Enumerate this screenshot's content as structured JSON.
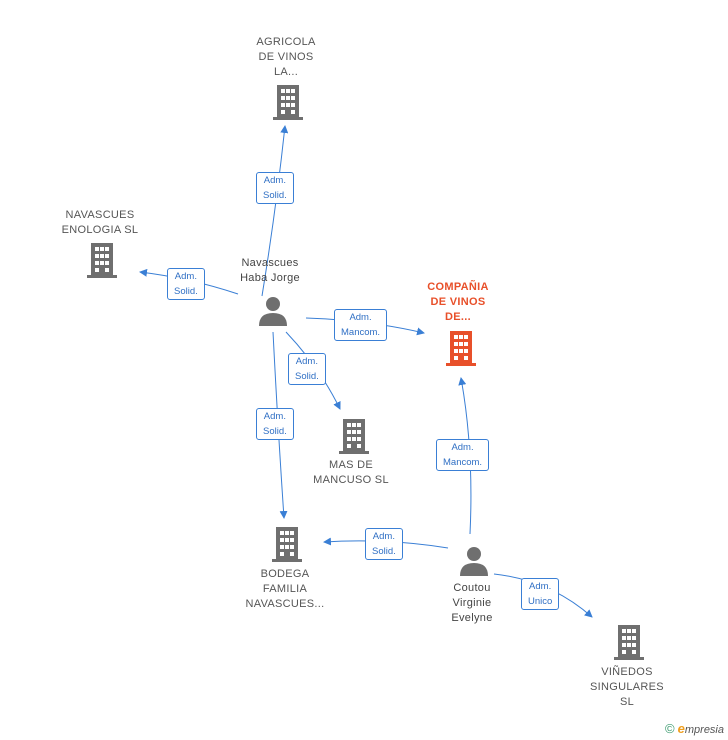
{
  "nodes": {
    "agricola": {
      "lines": [
        "AGRICOLA",
        "DE VINOS",
        "LA..."
      ]
    },
    "navascues_enologia": {
      "lines": [
        "NAVASCUES",
        "ENOLOGIA  SL"
      ]
    },
    "navascues_haba": {
      "lines": [
        "Navascues",
        "Haba Jorge"
      ]
    },
    "compania": {
      "lines": [
        "COMPAÑIA",
        "DE VINOS",
        "DE..."
      ]
    },
    "mas_de_mancuso": {
      "lines": [
        "MAS DE",
        "MANCUSO  SL"
      ]
    },
    "bodega": {
      "lines": [
        "BODEGA",
        "FAMILIA",
        "NAVASCUES..."
      ]
    },
    "coutou": {
      "lines": [
        "Coutou",
        "Virginie",
        "Evelyne"
      ]
    },
    "vinedos": {
      "lines": [
        "VIÑEDOS",
        "SINGULARES",
        "SL"
      ]
    }
  },
  "edges": {
    "e1": [
      "Adm.",
      "Solid."
    ],
    "e2": [
      "Adm.",
      "Solid."
    ],
    "e3": [
      "Adm.",
      "Mancom."
    ],
    "e4": [
      "Adm.",
      "Solid."
    ],
    "e5": [
      "Adm.",
      "Solid."
    ],
    "e6": [
      "Adm.",
      "Mancom."
    ],
    "e7": [
      "Adm.",
      "Solid."
    ],
    "e8": [
      "Adm.",
      "Unico"
    ]
  },
  "colors": {
    "company": "#6f6f6f",
    "highlight": "#e8502a",
    "person": "#6f6f6f",
    "edge": "#3a7fd5"
  },
  "footer": {
    "copyright": "©",
    "brand_initial": "e",
    "brand": "mpresia"
  }
}
